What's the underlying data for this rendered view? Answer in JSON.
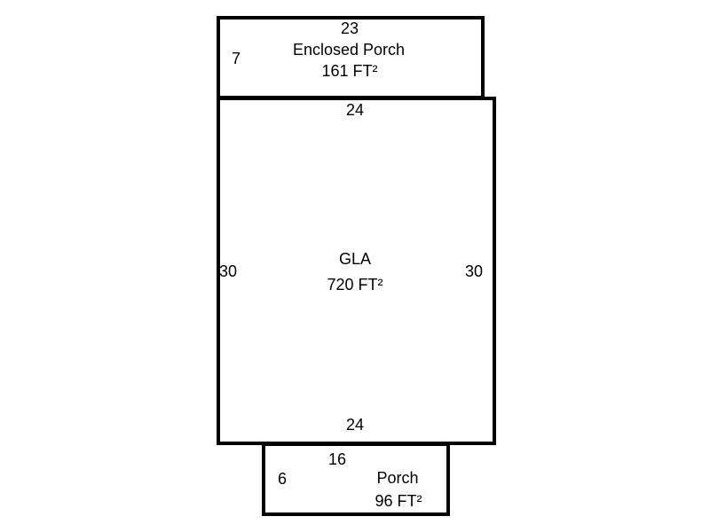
{
  "colors": {
    "line": "#000000",
    "background": "#ffffff",
    "text": "#000000"
  },
  "rooms": {
    "enclosed_porch": {
      "name": "Enclosed Porch",
      "area": "161 FT²",
      "dim_top": "23",
      "dim_left": "7"
    },
    "gla": {
      "name": "GLA",
      "area": "720 FT²",
      "dim_top": "24",
      "dim_bottom": "24",
      "dim_left": "30",
      "dim_right": "30"
    },
    "porch": {
      "name": "Porch",
      "area": "96 FT²",
      "dim_top": "16",
      "dim_left": "6"
    }
  }
}
